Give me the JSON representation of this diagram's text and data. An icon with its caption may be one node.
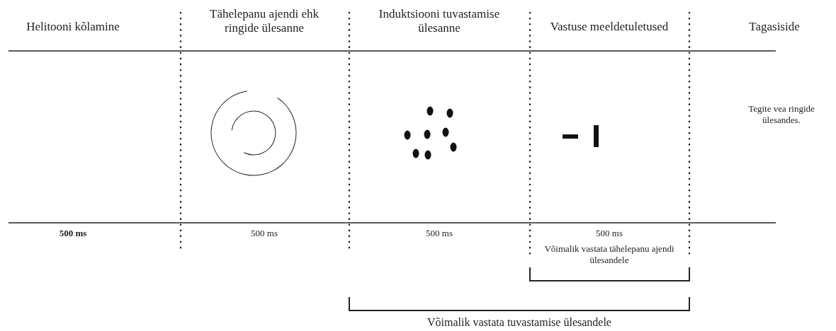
{
  "diagram": {
    "labels": [
      "Helitooni kõlamine",
      "Tähelepanu ajendi ehk ringide ülesanne",
      "Induktsiooni tuvastamise ülesanne",
      "Vastuse meeldetuletused",
      "Tagasiside",
      "Tegite vea ringide ülesandes.",
      "500 ms",
      "500 ms",
      "500 ms",
      "500 ms",
      "Võimalik vastata tähelepanu ajendi ülesandele",
      "Võimalik vastata tuvastamise ülesandele"
    ]
  }
}
